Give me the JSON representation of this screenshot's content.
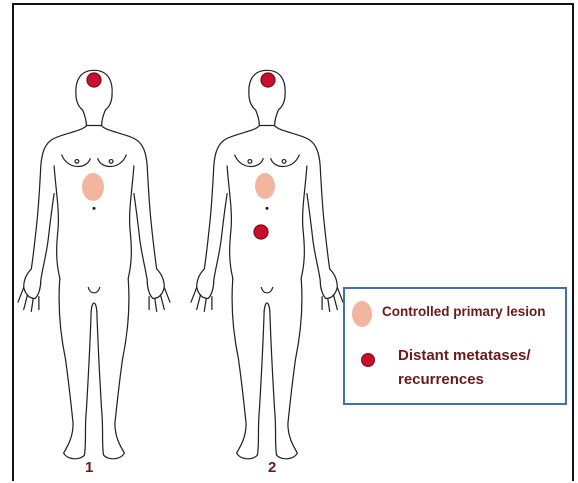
{
  "figures": [
    {
      "number": "1",
      "primary_lesion": "abdomen",
      "metastases": [
        "head"
      ]
    },
    {
      "number": "2",
      "primary_lesion": "abdomen",
      "metastases": [
        "head",
        "lower-abdomen"
      ]
    }
  ],
  "legend": {
    "items": [
      {
        "label": "Controlled primary lesion",
        "swatch": "oval",
        "color": "#f2b6a0"
      },
      {
        "label": "Distant metatases/ recurrences",
        "line1": "Distant metatases/",
        "line2": "recurrences",
        "swatch": "dot",
        "color": "#c8102e"
      }
    ],
    "border_color": "#3d6fb6"
  },
  "colors": {
    "text": "#6b1a1a",
    "outline": "#222222"
  }
}
